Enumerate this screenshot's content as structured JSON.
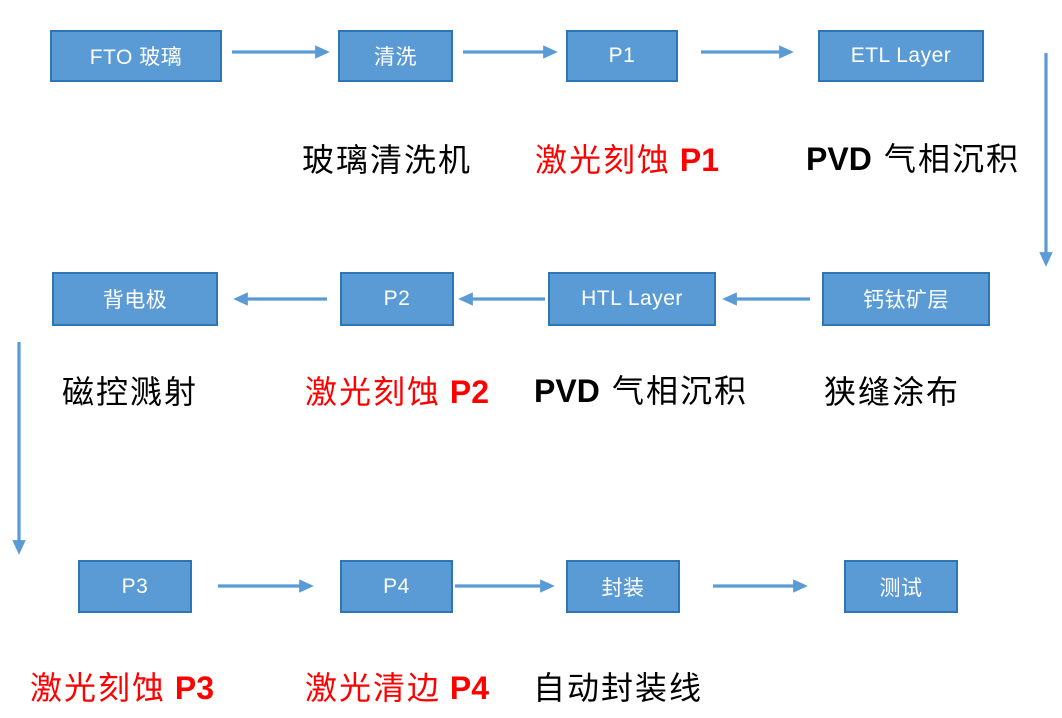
{
  "colors": {
    "box_fill": "#5B9BD5",
    "box_border": "#2E75B6",
    "box_text": "#FFFFFF",
    "arrow": "#5B9BD5",
    "annotation_black": "#000000",
    "annotation_red": "#FF0000",
    "background": "#FFFFFF"
  },
  "boxes": {
    "fto_glass": "FTO 玻璃",
    "cleaning": "清洗",
    "p1": "P1",
    "etl_layer": "ETL Layer",
    "back_electrode": "背电极",
    "p2": "P2",
    "htl_layer": "HTL Layer",
    "perovskite_layer": "钙钛矿层",
    "p3": "P3",
    "p4": "P4",
    "encapsulation": "封装",
    "testing": "测试"
  },
  "annotations": {
    "glass_washer": {
      "cn": "玻璃清洗机"
    },
    "laser_etch_p1": {
      "cn": "激光刻蚀",
      "en": " P1"
    },
    "pvd_deposition_1": {
      "en": "PVD",
      "cn": " 气相沉积"
    },
    "magnetron_sputtering": {
      "cn": "磁控溅射"
    },
    "laser_etch_p2": {
      "cn": "激光刻蚀",
      "en": " P2"
    },
    "pvd_deposition_2": {
      "en": "PVD",
      "cn": " 气相沉积"
    },
    "slot_die_coating": {
      "cn": "狭缝涂布"
    },
    "laser_etch_p3": {
      "cn": "激光刻蚀",
      "en": " P3"
    },
    "laser_edge_clean_p4": {
      "cn": "激光清边",
      "en": " P4"
    },
    "auto_encapsulation_line": {
      "cn": "自动封装线"
    }
  }
}
